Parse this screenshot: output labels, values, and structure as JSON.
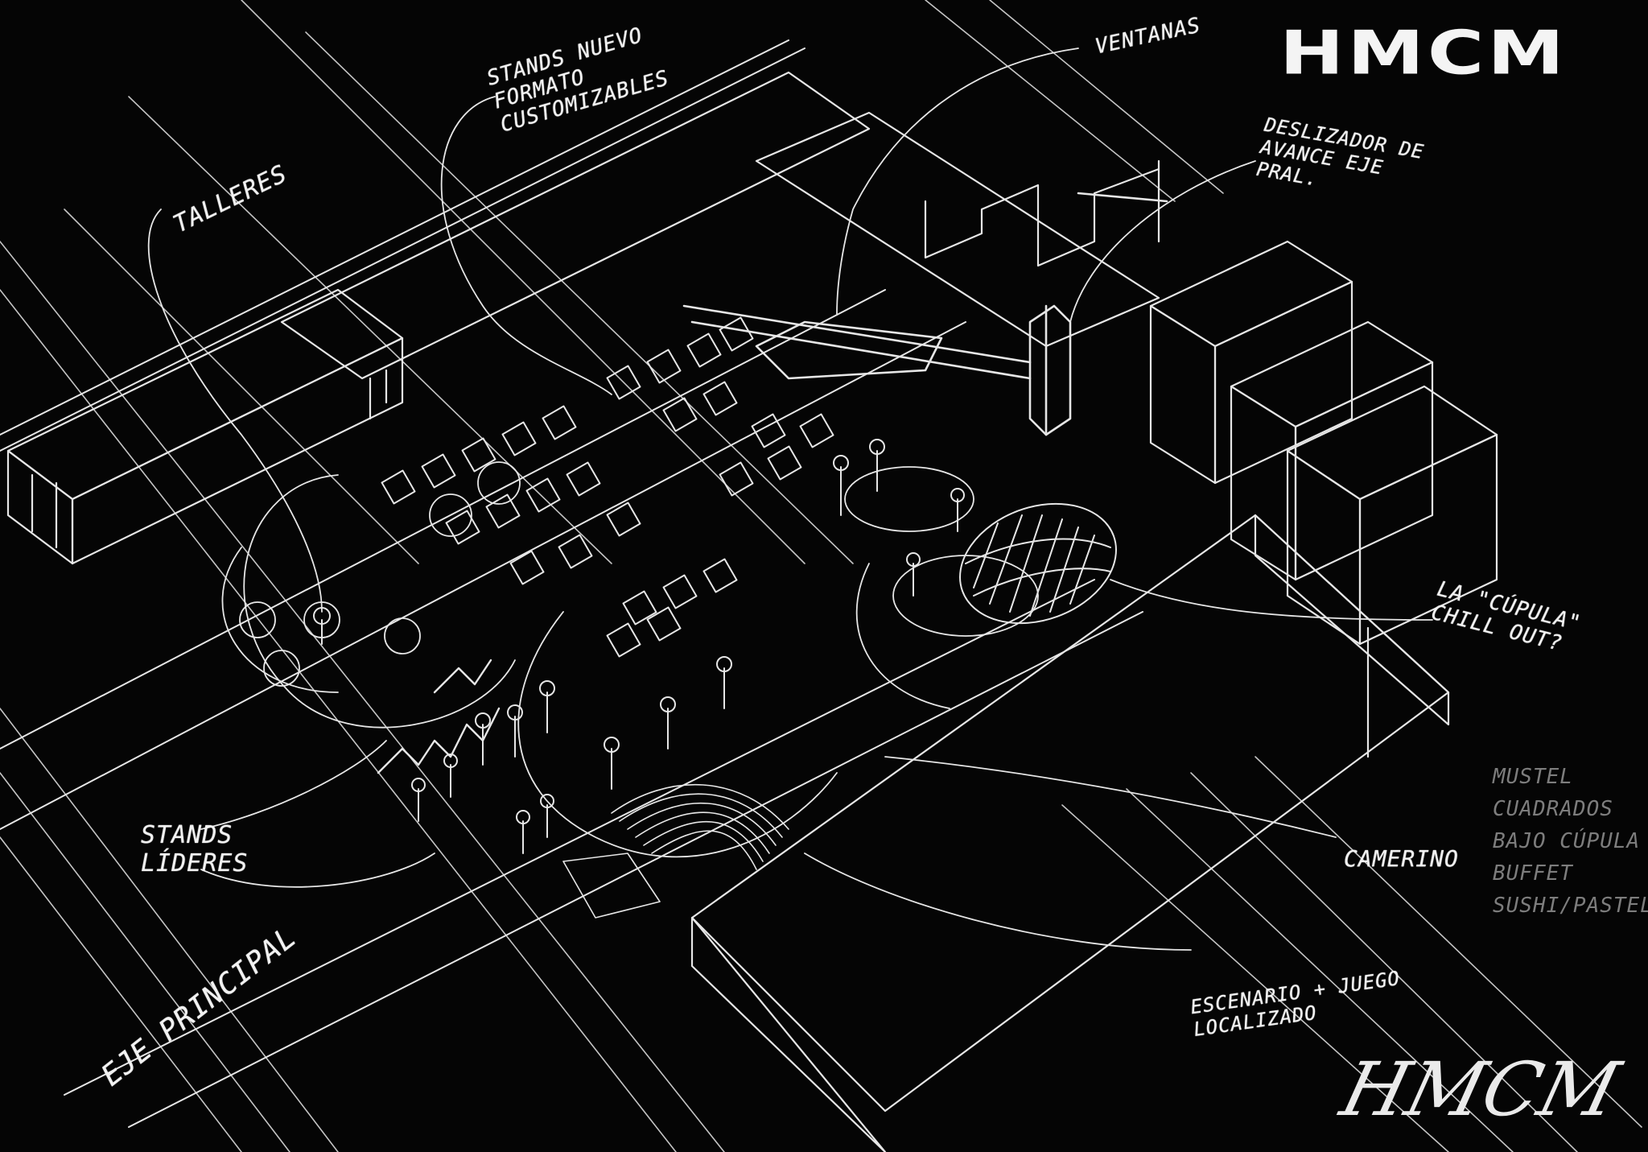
{
  "logo": "HMCM",
  "signature": "HMCM",
  "labels": {
    "stands_nuevo": "STANDS NUEVO FORMATO CUSTOMIZABLES",
    "talleres": "TALLERES",
    "ventanas": "VENTANAS",
    "deslizador": "DESLIZADOR DE AVANCE EJE PRAL.",
    "cupula": "LA \"CÚPULA\" CHILL OUT?",
    "camerino": "CAMERINO",
    "escenario": "ESCENARIO + JUEGO LOCALIZADO",
    "stands_lideres": "STANDS LÍDERES",
    "eje_principal": "EJE PRINCIPAL",
    "notes": [
      "MUSTEL",
      "CUADRADOS",
      "BAJO CÚPULA",
      "BUFFET",
      "SUSHI/PASTEL"
    ]
  },
  "colors": {
    "background": "#050505",
    "line": "#e8e8e8",
    "faint": "#7d7d7d"
  }
}
